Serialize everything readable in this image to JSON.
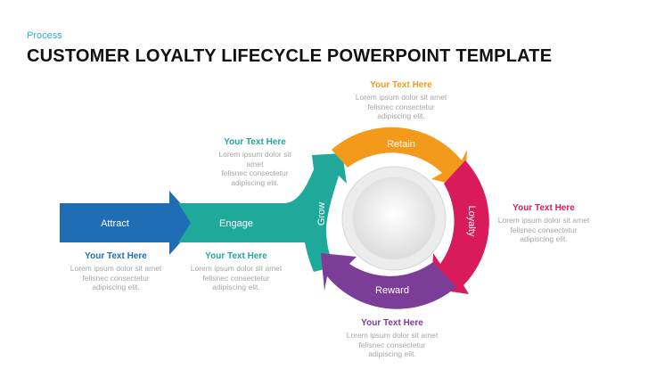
{
  "header": {
    "kicker": "Process",
    "title": "CUSTOMER LOYALTY LIFECYCLE POWERPOINT TEMPLATE"
  },
  "stages": {
    "attract": "Attract",
    "engage": "Engage",
    "grow": "Grow",
    "retain": "Retain",
    "loyalty": "Loyalty",
    "reward": "Reward"
  },
  "text_boxes": {
    "attract": {
      "heading": "Your Text Here",
      "lines": [
        "Lorem ipsum dolor sit amet",
        "felisnec consectetur",
        "adipiscing elit."
      ]
    },
    "engage": {
      "heading": "Your Text Here",
      "lines": [
        "Lorem ipsum dolor sit amet",
        "felisnec consectetur",
        "adipiscing elit."
      ]
    },
    "grow": {
      "heading": "Your Text Here",
      "lines": [
        "Lorem ipsum dolor sit amet",
        "felisnec consectetur",
        "adipiscing elit."
      ]
    },
    "retain": {
      "heading": "Your Text Here",
      "lines": [
        "Lorem ipsum dolor sit amet",
        "felisnec consectetur",
        "adipiscing elit."
      ]
    },
    "loyalty": {
      "heading": "Your Text Here",
      "lines": [
        "Lorem ipsum dolor sit amet",
        "felisnec consectetur",
        "adipiscing elit."
      ]
    },
    "reward": {
      "heading": "Your Text Here",
      "lines": [
        "Lorem ipsum dolor sit amet",
        "felisnec consectetur",
        "adipiscing elit."
      ]
    }
  },
  "colors": {
    "attract": "#1f6db5",
    "engage": "#1fa99a",
    "retain": "#f49a1b",
    "loyalty": "#d91a5b",
    "reward": "#7b3d98",
    "kicker": "#2bb3c8"
  }
}
